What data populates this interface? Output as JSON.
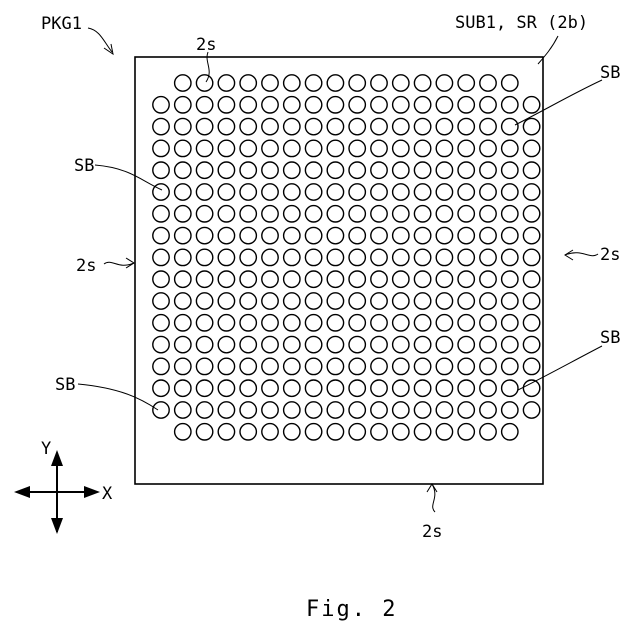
{
  "labels": {
    "package": "PKG1",
    "substrate": "SUB1, SR (2b)",
    "side_top": "2s",
    "side_left": "2s",
    "side_right": "2s",
    "side_bottom": "2s",
    "ball_upper_left": "SB",
    "ball_lower_left": "SB",
    "ball_upper_right": "SB",
    "ball_lower_right": "SB",
    "axis_y": "Y",
    "axis_x": "X",
    "caption": "Fig. 2"
  },
  "grid": {
    "rows": 17,
    "cols": 18,
    "top_row_cols": 16,
    "bottom_row_cols": 16
  }
}
